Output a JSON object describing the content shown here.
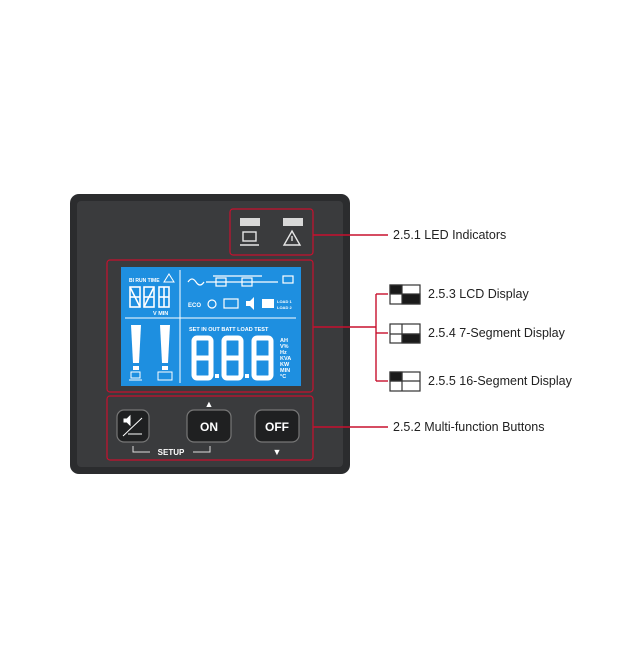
{
  "panel": {
    "lcd": {
      "runtime_header": "BI RUN TIME",
      "runtime_units": "V  MIN",
      "eco_label": "ECO",
      "load1_label": "LOAD 1",
      "load2_label": "LOAD 2",
      "status_row": "SET IN OUT BATT LOAD TEST",
      "big_digits": "8.8.8",
      "units": [
        "AH",
        "V%",
        "Hz",
        "KVA",
        "KW",
        "MIN",
        "°C"
      ]
    },
    "buttons": {
      "mute_setup_label": "SETUP",
      "on_label": "ON",
      "off_label": "OFF",
      "up_arrow": "▲",
      "down_arrow": "▼"
    }
  },
  "callouts": {
    "led_indicators": "2.5.1  LED Indicators",
    "lcd_display": "2.5.3  LCD Display",
    "seven_segment": "2.5.4  7-Segment Display",
    "sixteen_segment": "2.5.5  16-Segment Display",
    "multi_function_buttons": "2.5.2  Multi-function Buttons"
  },
  "colors": {
    "panel_dark": "#3a3b3d",
    "lcd_blue": "#1e8fe0",
    "callout_red": "#c8102e"
  }
}
